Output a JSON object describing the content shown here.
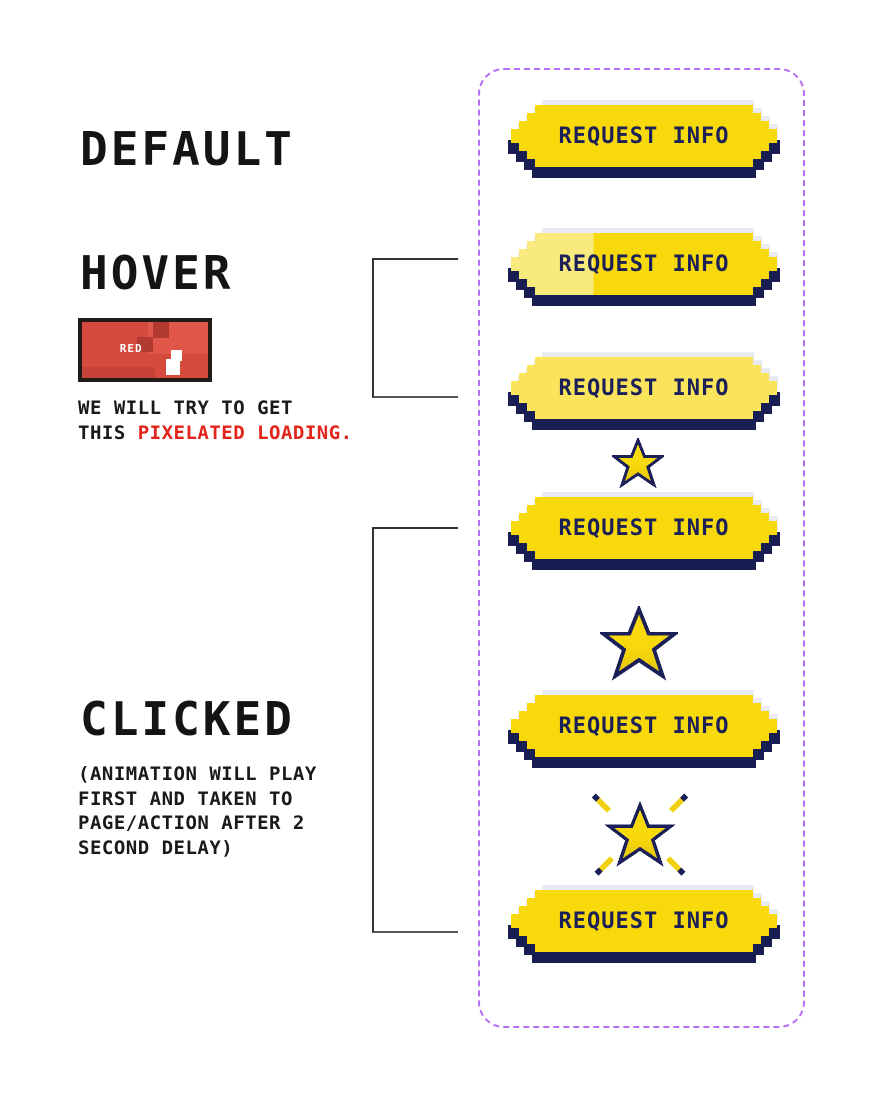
{
  "page": {
    "background": "#ffffff"
  },
  "colors": {
    "button_yellow": "#f8d90b",
    "button_yellow_hover": "#f9ea7e",
    "button_yellow_pressed": "#f9e45c",
    "button_navy": "#1b2058",
    "button_highlight": "#e9ebf2",
    "spec_border_purple": "#b470f5",
    "loading_red": "#d6493d",
    "accent_red_text": "#e3241b"
  },
  "sections": {
    "default": {
      "label": "DEFAULT"
    },
    "hover": {
      "label": "HOVER"
    },
    "clicked": {
      "label": "CLICKED",
      "note_lines": [
        "(ANIMATION WILL PLAY",
        "FIRST AND TAKEN TO",
        "PAGE/ACTION AFTER 2",
        "SECOND DELAY)"
      ]
    }
  },
  "loading_image": {
    "label": "RED"
  },
  "caption": {
    "line1": "WE WILL TRY TO GET",
    "line2_black": "THIS ",
    "line2_red": "PIXELATED LOADING."
  },
  "buttons": [
    {
      "state": "default",
      "label": "REQUEST INFO"
    },
    {
      "state": "hover",
      "label": "REQUEST INFO"
    },
    {
      "state": "pressed",
      "label": "REQUEST INFO"
    },
    {
      "state": "clicked-frame-1",
      "star": "small",
      "label": "REQUEST INFO"
    },
    {
      "state": "clicked-frame-2",
      "star": "large",
      "label": "REQUEST INFO"
    },
    {
      "state": "clicked-frame-3",
      "star": "burst",
      "label": "REQUEST INFO"
    }
  ]
}
